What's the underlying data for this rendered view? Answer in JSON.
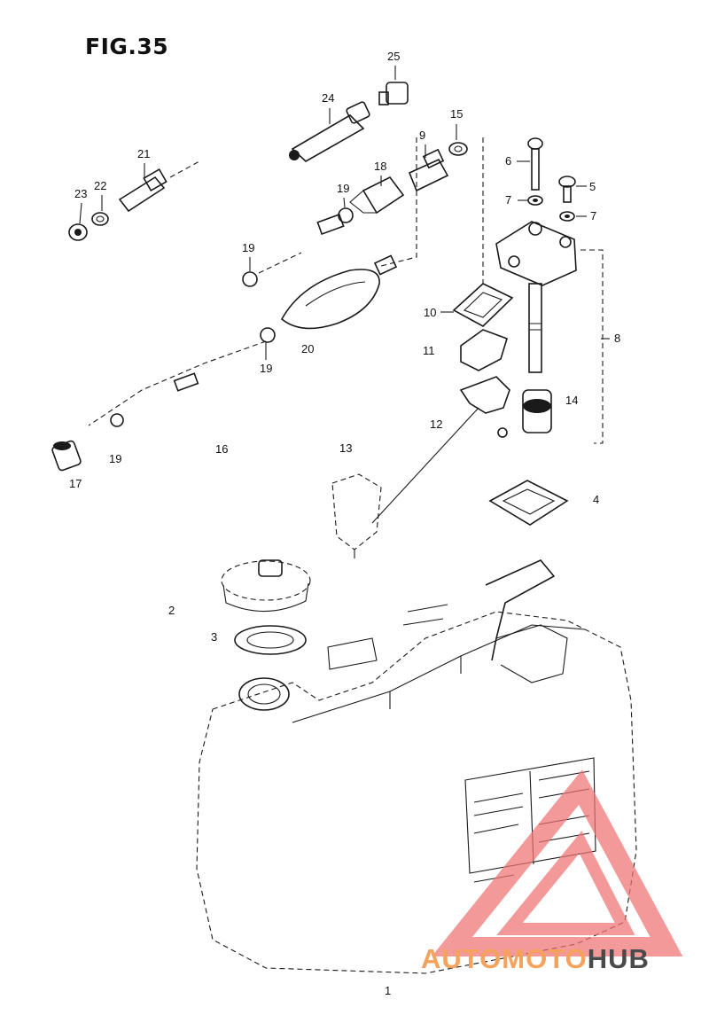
{
  "figure": {
    "title": "FIG.35"
  },
  "callouts": {
    "c1": "1",
    "c2": "2",
    "c3": "3",
    "c4": "4",
    "c5": "5",
    "c6": "6",
    "c7a": "7",
    "c7b": "7",
    "c8": "8",
    "c9": "9",
    "c10": "10",
    "c11": "11",
    "c12": "12",
    "c13": "13",
    "c14": "14",
    "c15": "15",
    "c16": "16",
    "c17": "17",
    "c18": "18",
    "c19a": "19",
    "c19b": "19",
    "c19c": "19",
    "c19d": "19",
    "c20": "20",
    "c21": "21",
    "c22": "22",
    "c23": "23",
    "c24": "24",
    "c25": "25"
  },
  "watermark": {
    "part1": "AUTOMOTO",
    "part2": "HUB",
    "color_part1": "#f5a25d",
    "color_part2": "#4a4a4a",
    "triangle_color": "#ef7373"
  }
}
